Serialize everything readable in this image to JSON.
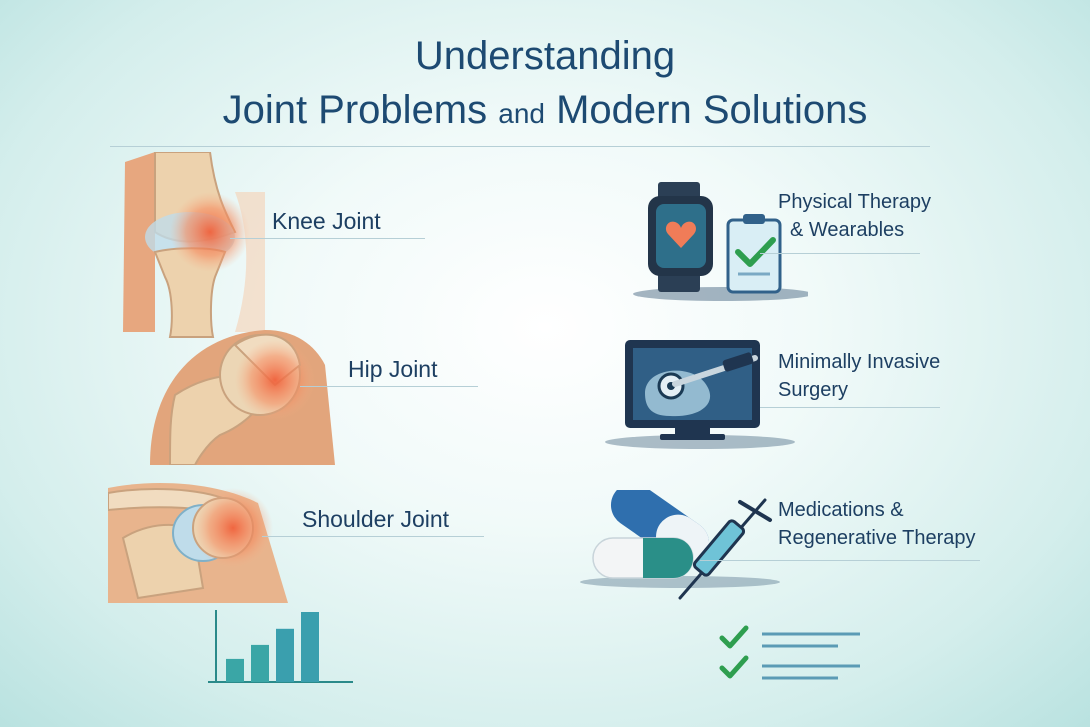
{
  "title": {
    "line1": "Understanding",
    "line2_part1": "Joint Problems",
    "line2_connector": "and",
    "line2_part2": "Modern Solutions"
  },
  "joints": [
    {
      "label": "Knee Joint",
      "icon": "knee-joint-icon"
    },
    {
      "label": "Hip Joint",
      "icon": "hip-joint-icon"
    },
    {
      "label": "Shoulder Joint",
      "icon": "shoulder-joint-icon"
    }
  ],
  "solutions": [
    {
      "line1": "Physical Therapy",
      "line2": "& Wearables",
      "icon": "smartwatch-clipboard-icon"
    },
    {
      "line1": "Minimally Invasive",
      "line2": "Surgery",
      "icon": "monitor-surgery-icon"
    },
    {
      "line1": "Medications &",
      "line2": "Regenerative Therapy",
      "icon": "capsule-syringe-icon"
    }
  ],
  "decor": {
    "bar_chart_icon": "bar-chart-icon",
    "checklist_icon": "checklist-icon",
    "bar_levels": [
      0.33,
      0.53,
      0.76,
      1.0
    ]
  },
  "colors": {
    "title": "#1d4a72",
    "accent_teal": "#3aa6a6",
    "inflammation": "#f0603a",
    "check_green": "#2e9e4f"
  }
}
